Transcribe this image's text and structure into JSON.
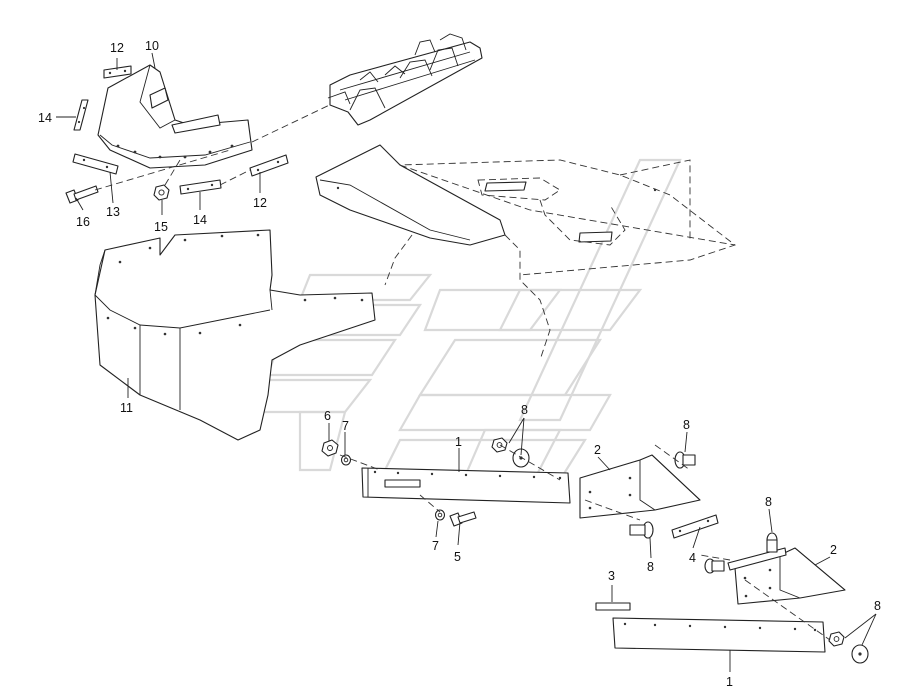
{
  "diagram": {
    "labels": [
      {
        "id": "lbl-12-a",
        "text": "12"
      },
      {
        "id": "lbl-10",
        "text": "10"
      },
      {
        "id": "lbl-14-a",
        "text": "14"
      },
      {
        "id": "lbl-13",
        "text": "13"
      },
      {
        "id": "lbl-16",
        "text": "16"
      },
      {
        "id": "lbl-15",
        "text": "15"
      },
      {
        "id": "lbl-14-b",
        "text": "14"
      },
      {
        "id": "lbl-12-b",
        "text": "12"
      },
      {
        "id": "lbl-11",
        "text": "11"
      },
      {
        "id": "lbl-6",
        "text": "6"
      },
      {
        "id": "lbl-7-a",
        "text": "7"
      },
      {
        "id": "lbl-1-a",
        "text": "1"
      },
      {
        "id": "lbl-8-a",
        "text": "8"
      },
      {
        "id": "lbl-2-a",
        "text": "2"
      },
      {
        "id": "lbl-8-b",
        "text": "8"
      },
      {
        "id": "lbl-7-b",
        "text": "7"
      },
      {
        "id": "lbl-5",
        "text": "5"
      },
      {
        "id": "lbl-8-c",
        "text": "8"
      },
      {
        "id": "lbl-4",
        "text": "4"
      },
      {
        "id": "lbl-8-d",
        "text": "8"
      },
      {
        "id": "lbl-2-b",
        "text": "2"
      },
      {
        "id": "lbl-3",
        "text": "3"
      },
      {
        "id": "lbl-8-e",
        "text": "8"
      },
      {
        "id": "lbl-1-b",
        "text": "1"
      }
    ],
    "watermark_icon": "ftp-logo-watermark"
  }
}
